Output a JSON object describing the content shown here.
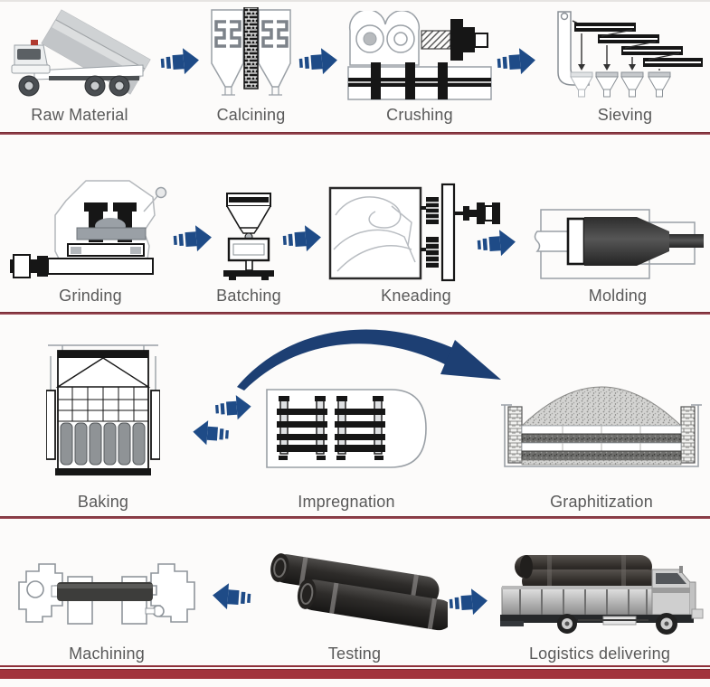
{
  "diagram": {
    "rows": [
      {
        "items": [
          {
            "label": "Raw Material",
            "icon": "dump-truck"
          },
          {
            "label": "Calcining",
            "icon": "calcining-silos"
          },
          {
            "label": "Crushing",
            "icon": "roller-crusher"
          },
          {
            "label": "Sieving",
            "icon": "sieving-screens"
          }
        ]
      },
      {
        "items": [
          {
            "label": "Grinding",
            "icon": "grinding-mill"
          },
          {
            "label": "Batching",
            "icon": "batching-scale"
          },
          {
            "label": "Kneading",
            "icon": "kneading-mixer"
          },
          {
            "label": "Molding",
            "icon": "extrusion-press"
          }
        ]
      },
      {
        "items": [
          {
            "label": "Baking",
            "icon": "baking-furnace"
          },
          {
            "label": "Impregnation",
            "icon": "impregnation-autoclave"
          },
          {
            "label": "Graphitization",
            "icon": "graphitization-furnace"
          }
        ]
      },
      {
        "items": [
          {
            "label": "Machining",
            "icon": "machining-lathe"
          },
          {
            "label": "Testing",
            "icon": "graphite-electrodes"
          },
          {
            "label": "Logistics delivering",
            "icon": "delivery-truck"
          }
        ]
      }
    ],
    "colors": {
      "arrow_navy": "#1e4b87",
      "curved_arrow_navy": "#1d3f73",
      "divider_maroon": "#8e2f39",
      "bottom_bar_maroon": "#a2333c",
      "label_gray": "#595959"
    }
  }
}
